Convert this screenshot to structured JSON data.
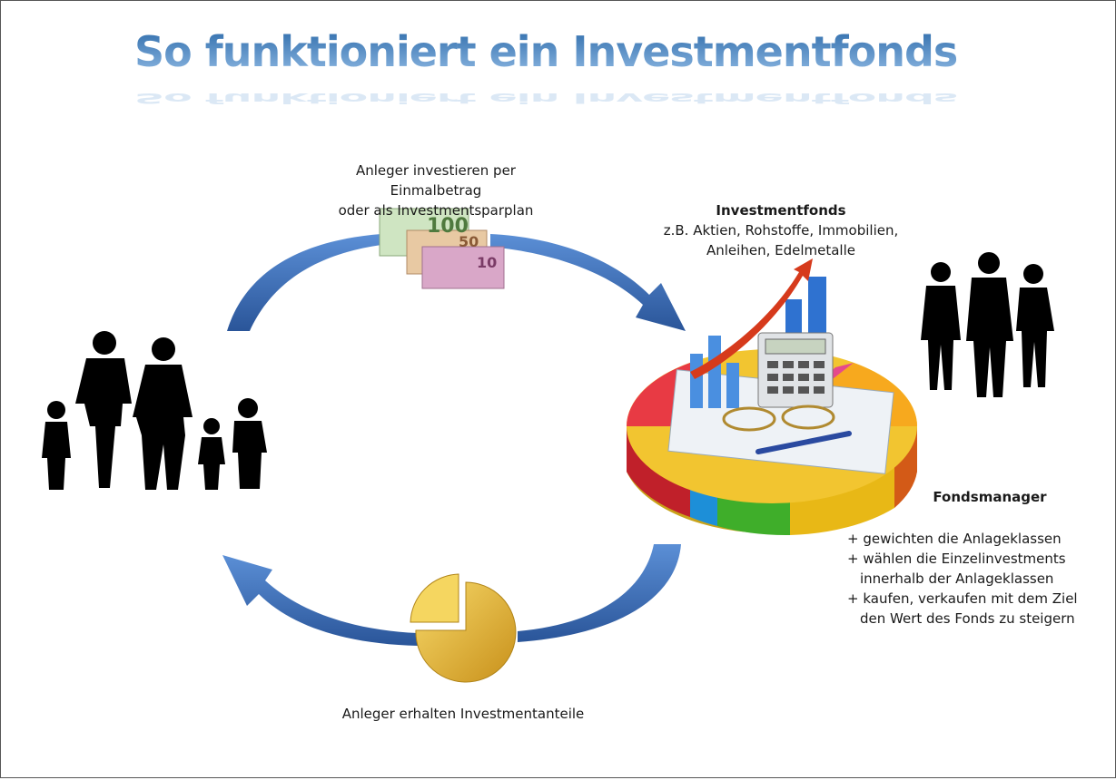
{
  "title": "So funktioniert ein Investmentfonds",
  "top_caption": [
    "Anleger investieren per Einmalbetrag",
    "oder als Investmentsparplan"
  ],
  "banknotes": [
    "100",
    "50",
    "10"
  ],
  "fund": {
    "heading": "Investmentfonds",
    "lines": [
      "z.B. Aktien, Rohstoffe, Immobilien,",
      "Anleihen, Edelmetalle"
    ]
  },
  "manager": {
    "heading": "Fondsmanager",
    "items": [
      "+ gewichten die Anlageklassen",
      "+ wählen die Einzelinvestments",
      "innerhalb der Anlageklassen",
      "+ kaufen, verkaufen mit dem Ziel",
      "den Wert des Fonds zu steigern"
    ]
  },
  "bottom_caption": "Anleger erhalten Investmentanteile",
  "colors": {
    "arrow": "#3a6bb5",
    "title": "#2e6cab",
    "gold": "#e8b830"
  }
}
